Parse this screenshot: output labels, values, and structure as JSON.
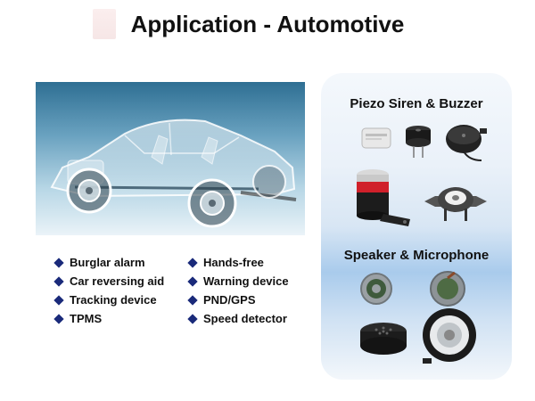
{
  "slide": {
    "title": "Application - Automotive"
  },
  "applications": [
    "Burglar alarm",
    "Hands-free",
    "Car reversing aid",
    "Warning device",
    "Tracking device",
    "PND/GPS",
    "TPMS",
    "Speed detector"
  ],
  "products": {
    "piezo_title": "Piezo Siren & Buzzer",
    "speaker_title": "Speaker & Microphone"
  },
  "colors": {
    "bullet": "#1a2a7a",
    "panel_accent": "#a9cbec",
    "siren_red": "#d0202a"
  }
}
